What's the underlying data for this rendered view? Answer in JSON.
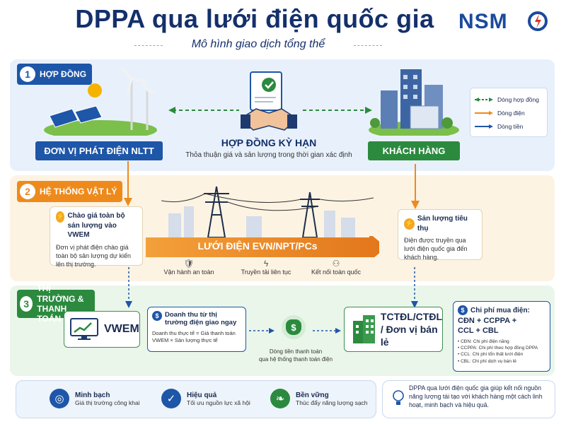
{
  "header": {
    "title": "DPPA qua lưới điện quốc gia",
    "subtitle": "Mô hình giao dịch tổng thể",
    "logo": "NSMO"
  },
  "section1": {
    "number": "1",
    "label": "HỢP ĐỒNG",
    "generator": "ĐƠN VỊ PHÁT ĐIỆN NLTT",
    "contract_title": "HỢP ĐỒNG KỲ HẠN",
    "contract_desc": "Thỏa thuận giá và sản lượng trong thời gian xác định",
    "customer": "KHÁCH HÀNG"
  },
  "legend": {
    "items": [
      {
        "label": "Dòng hợp đồng",
        "color": "#2b8a3e",
        "style": "dashed"
      },
      {
        "label": "Dòng điện",
        "color": "#ee8a1c",
        "style": "solid"
      },
      {
        "label": "Dòng tiền",
        "color": "#1e56a8",
        "style": "solid"
      }
    ]
  },
  "section2": {
    "number": "2",
    "label": "HỆ THỐNG VẬT LÝ",
    "left_card_title": "Chào giá toàn bộ sản lượng vào VWEM",
    "left_card_body": "Đơn vị phát điện chào giá toàn bộ sản lượng dự kiến lên thị trường.",
    "grid_label": "LƯỚI ĐIỆN EVN/NPT/PCs",
    "features": [
      "Vận hành an toàn",
      "Truyền tải liên tục",
      "Kết nối toàn quốc"
    ],
    "right_card_title": "Sản lượng tiêu thụ",
    "right_card_body": "Điện được truyền qua lưới điện quốc gia đến khách hàng."
  },
  "section3": {
    "number": "3",
    "label_line1": "THỊ TRƯỜNG &",
    "label_line2": "THANH TOÁN",
    "vwem": "VWEM",
    "revenue_title": "Doanh thu từ thị trường điện giao ngay",
    "revenue_body": "Doanh thu thực tế = Giá thanh toán VWEM × Sản lượng thực tế",
    "cashflow_line1": "Dòng tiền thanh toán",
    "cashflow_line2": "qua hệ thống thanh toán điện",
    "retailer_line1": "TCTĐL/CTĐL",
    "retailer_line2": "/ Đơn vị bán lẻ",
    "cost_title": "Chi phí mua điện:",
    "cost_formula_1": "CĐN + CCPPA +",
    "cost_formula_2": "CCL + CBL",
    "cost_items": [
      "• CĐN: Chi phí điện năng",
      "• CCPPA: Chi phí theo hợp đồng DPPA",
      "• CCL: Chi phí tổn thất lưới điện",
      "• CBL: Chi phí dịch vụ bán lẻ"
    ]
  },
  "benefits": [
    {
      "title": "Minh bạch",
      "desc": "Giá thị trường công khai",
      "icon": "target-icon",
      "color": "#1e56a8"
    },
    {
      "title": "Hiệu quả",
      "desc": "Tối ưu nguồn lực xã hội",
      "icon": "shield-check-icon",
      "color": "#1e56a8"
    },
    {
      "title": "Bền vững",
      "desc": "Thúc đẩy năng lượng sạch",
      "icon": "leaf-icon",
      "color": "#2b8a3e"
    }
  ],
  "summary": "DPPA qua lưới điện quốc gia giúp kết nối nguồn năng lượng tái tạo với khách hàng một cách linh hoạt, minh bạch và hiệu quả."
}
